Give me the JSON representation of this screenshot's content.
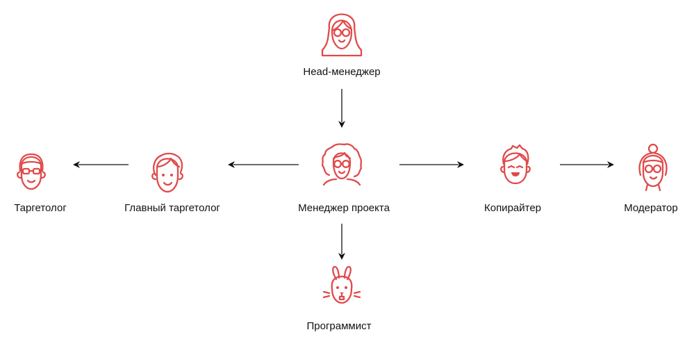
{
  "diagram": {
    "accent_color": "#e04a4a",
    "line_color": "#111111",
    "nodes": {
      "head_manager": {
        "label": "Head-менеджер",
        "icon": "woman-glasses-icon"
      },
      "project_manager": {
        "label": "Менеджер проекта",
        "icon": "curly-hair-glasses-icon"
      },
      "chief_targetologist": {
        "label": "Главный таргетолог",
        "icon": "man-smile-icon"
      },
      "targetologist": {
        "label": "Таргетолог",
        "icon": "man-glasses-icon"
      },
      "copywriter": {
        "label": "Копирайтер",
        "icon": "man-laughing-icon"
      },
      "moderator": {
        "label": "Модератор",
        "icon": "woman-bun-glasses-icon"
      },
      "programmer": {
        "label": "Программист",
        "icon": "rabbit-icon"
      }
    },
    "edges": [
      {
        "from": "Head-менеджер",
        "to": "Менеджер проекта"
      },
      {
        "from": "Менеджер проекта",
        "to": "Главный таргетолог"
      },
      {
        "from": "Главный таргетолог",
        "to": "Таргетолог"
      },
      {
        "from": "Менеджер проекта",
        "to": "Копирайтер"
      },
      {
        "from": "Копирайтер",
        "to": "Модератор"
      },
      {
        "from": "Менеджер проекта",
        "to": "Программист"
      }
    ]
  }
}
